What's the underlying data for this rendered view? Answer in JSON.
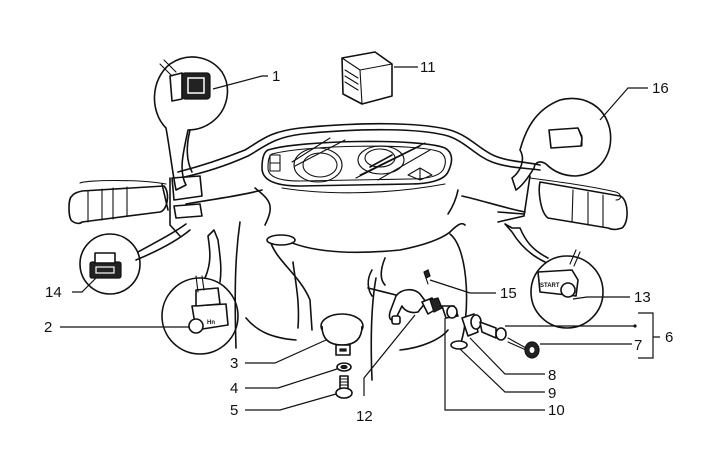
{
  "diagram": {
    "title": "Handlebar switches and ignition lock exploded view",
    "start_button_text": "START",
    "callouts": [
      {
        "id": "1",
        "label": "1",
        "part": "headlight dimmer switch"
      },
      {
        "id": "2",
        "label": "2",
        "part": "horn button"
      },
      {
        "id": "3",
        "label": "3",
        "part": "horn"
      },
      {
        "id": "4",
        "label": "4",
        "part": "washer"
      },
      {
        "id": "5",
        "label": "5",
        "part": "screw"
      },
      {
        "id": "6",
        "label": "6",
        "part": "lock set (bracket group)"
      },
      {
        "id": "7",
        "label": "7",
        "part": "key"
      },
      {
        "id": "8",
        "label": "8",
        "part": "lock cylinder"
      },
      {
        "id": "9",
        "label": "9",
        "part": "o-ring"
      },
      {
        "id": "10",
        "label": "10",
        "part": "ignition switch"
      },
      {
        "id": "11",
        "label": "11",
        "part": "relay"
      },
      {
        "id": "12",
        "label": "12",
        "part": "lock bracket"
      },
      {
        "id": "13",
        "label": "13",
        "part": "start button"
      },
      {
        "id": "14",
        "label": "14",
        "part": "turn signal switch"
      },
      {
        "id": "15",
        "label": "15",
        "part": "screw"
      },
      {
        "id": "16",
        "label": "16",
        "part": "stop switch"
      }
    ]
  }
}
